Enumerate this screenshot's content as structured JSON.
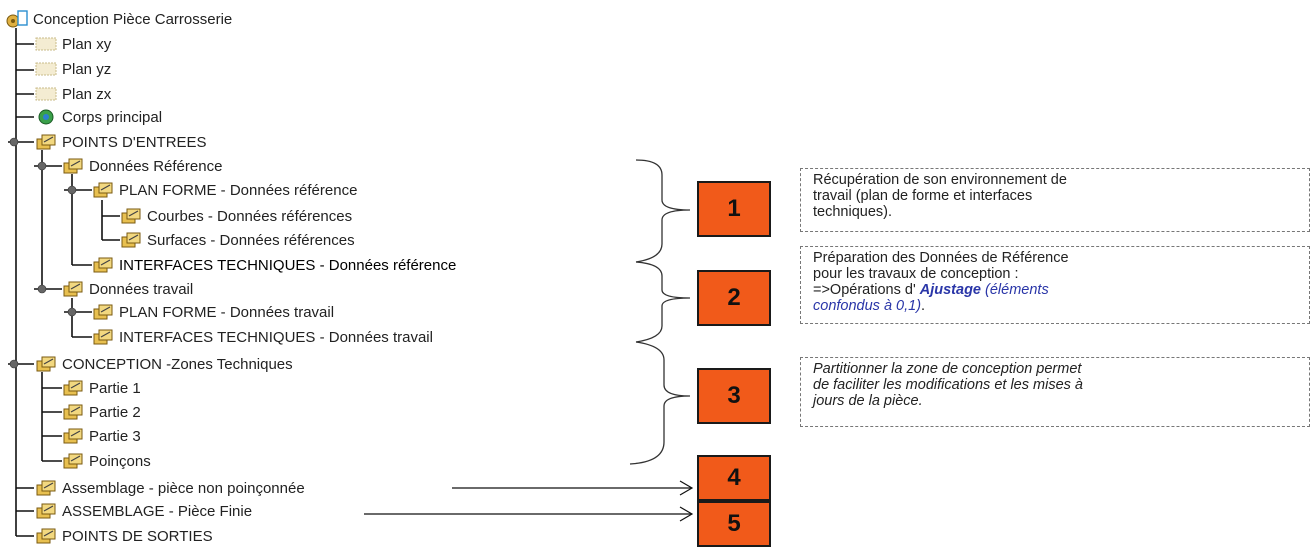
{
  "tree": {
    "root": "Conception Pièce Carrosserie",
    "nodes": {
      "plan_xy": "Plan xy",
      "plan_yz": "Plan yz",
      "plan_zx": "Plan zx",
      "corps_principal": "Corps principal",
      "points_entrees": "POINTS D'ENTREES",
      "donnees_reference": "Données Référence",
      "plan_forme_ref": "PLAN FORME - Données référence",
      "courbes": "Courbes - Données références",
      "surfaces": "Surfaces - Données références",
      "interfaces_ref": "INTERFACES TECHNIQUES - Données référence",
      "donnees_travail": "Données travail",
      "plan_forme_trav": "PLAN FORME - Données travail",
      "interfaces_trav": "INTERFACES TECHNIQUES - Données travail",
      "conception_zones": "CONCEPTION -Zones Techniques",
      "partie1": "Partie 1",
      "partie2": "Partie 2",
      "partie3": "Partie 3",
      "poincons": "Poinçons",
      "assemblage_np": "Assemblage - pièce non poinçonnée",
      "assemblage_fin": "ASSEMBLAGE - Pièce Finie",
      "points_sorties": "POINTS DE SORTIES"
    }
  },
  "steps": [
    "1",
    "2",
    "3",
    "4",
    "5"
  ],
  "notes": {
    "n1": {
      "l1": "Récupération de son environnement de",
      "l2": "travail (plan de forme et interfaces",
      "l3": "techniques)."
    },
    "n2": {
      "l1": "Préparation des Données de Référence",
      "l2": "pour les travaux de conception :",
      "l3_prefix": "=>Opérations d' ",
      "l3_bold": "Ajustage",
      "l3_rest": " (éléments",
      "l4": "confondus à 0,1)",
      "l4_end": "."
    },
    "n3": {
      "l1": "Partitionner la zone de conception permet",
      "l2": "de faciliter les modifications et les mises à",
      "l3": "jours de la pièce."
    }
  },
  "colors": {
    "badge": "#f15a1a",
    "note_border": "#777777",
    "emphasis": "#2a36a8",
    "tree_line": "#111111"
  }
}
